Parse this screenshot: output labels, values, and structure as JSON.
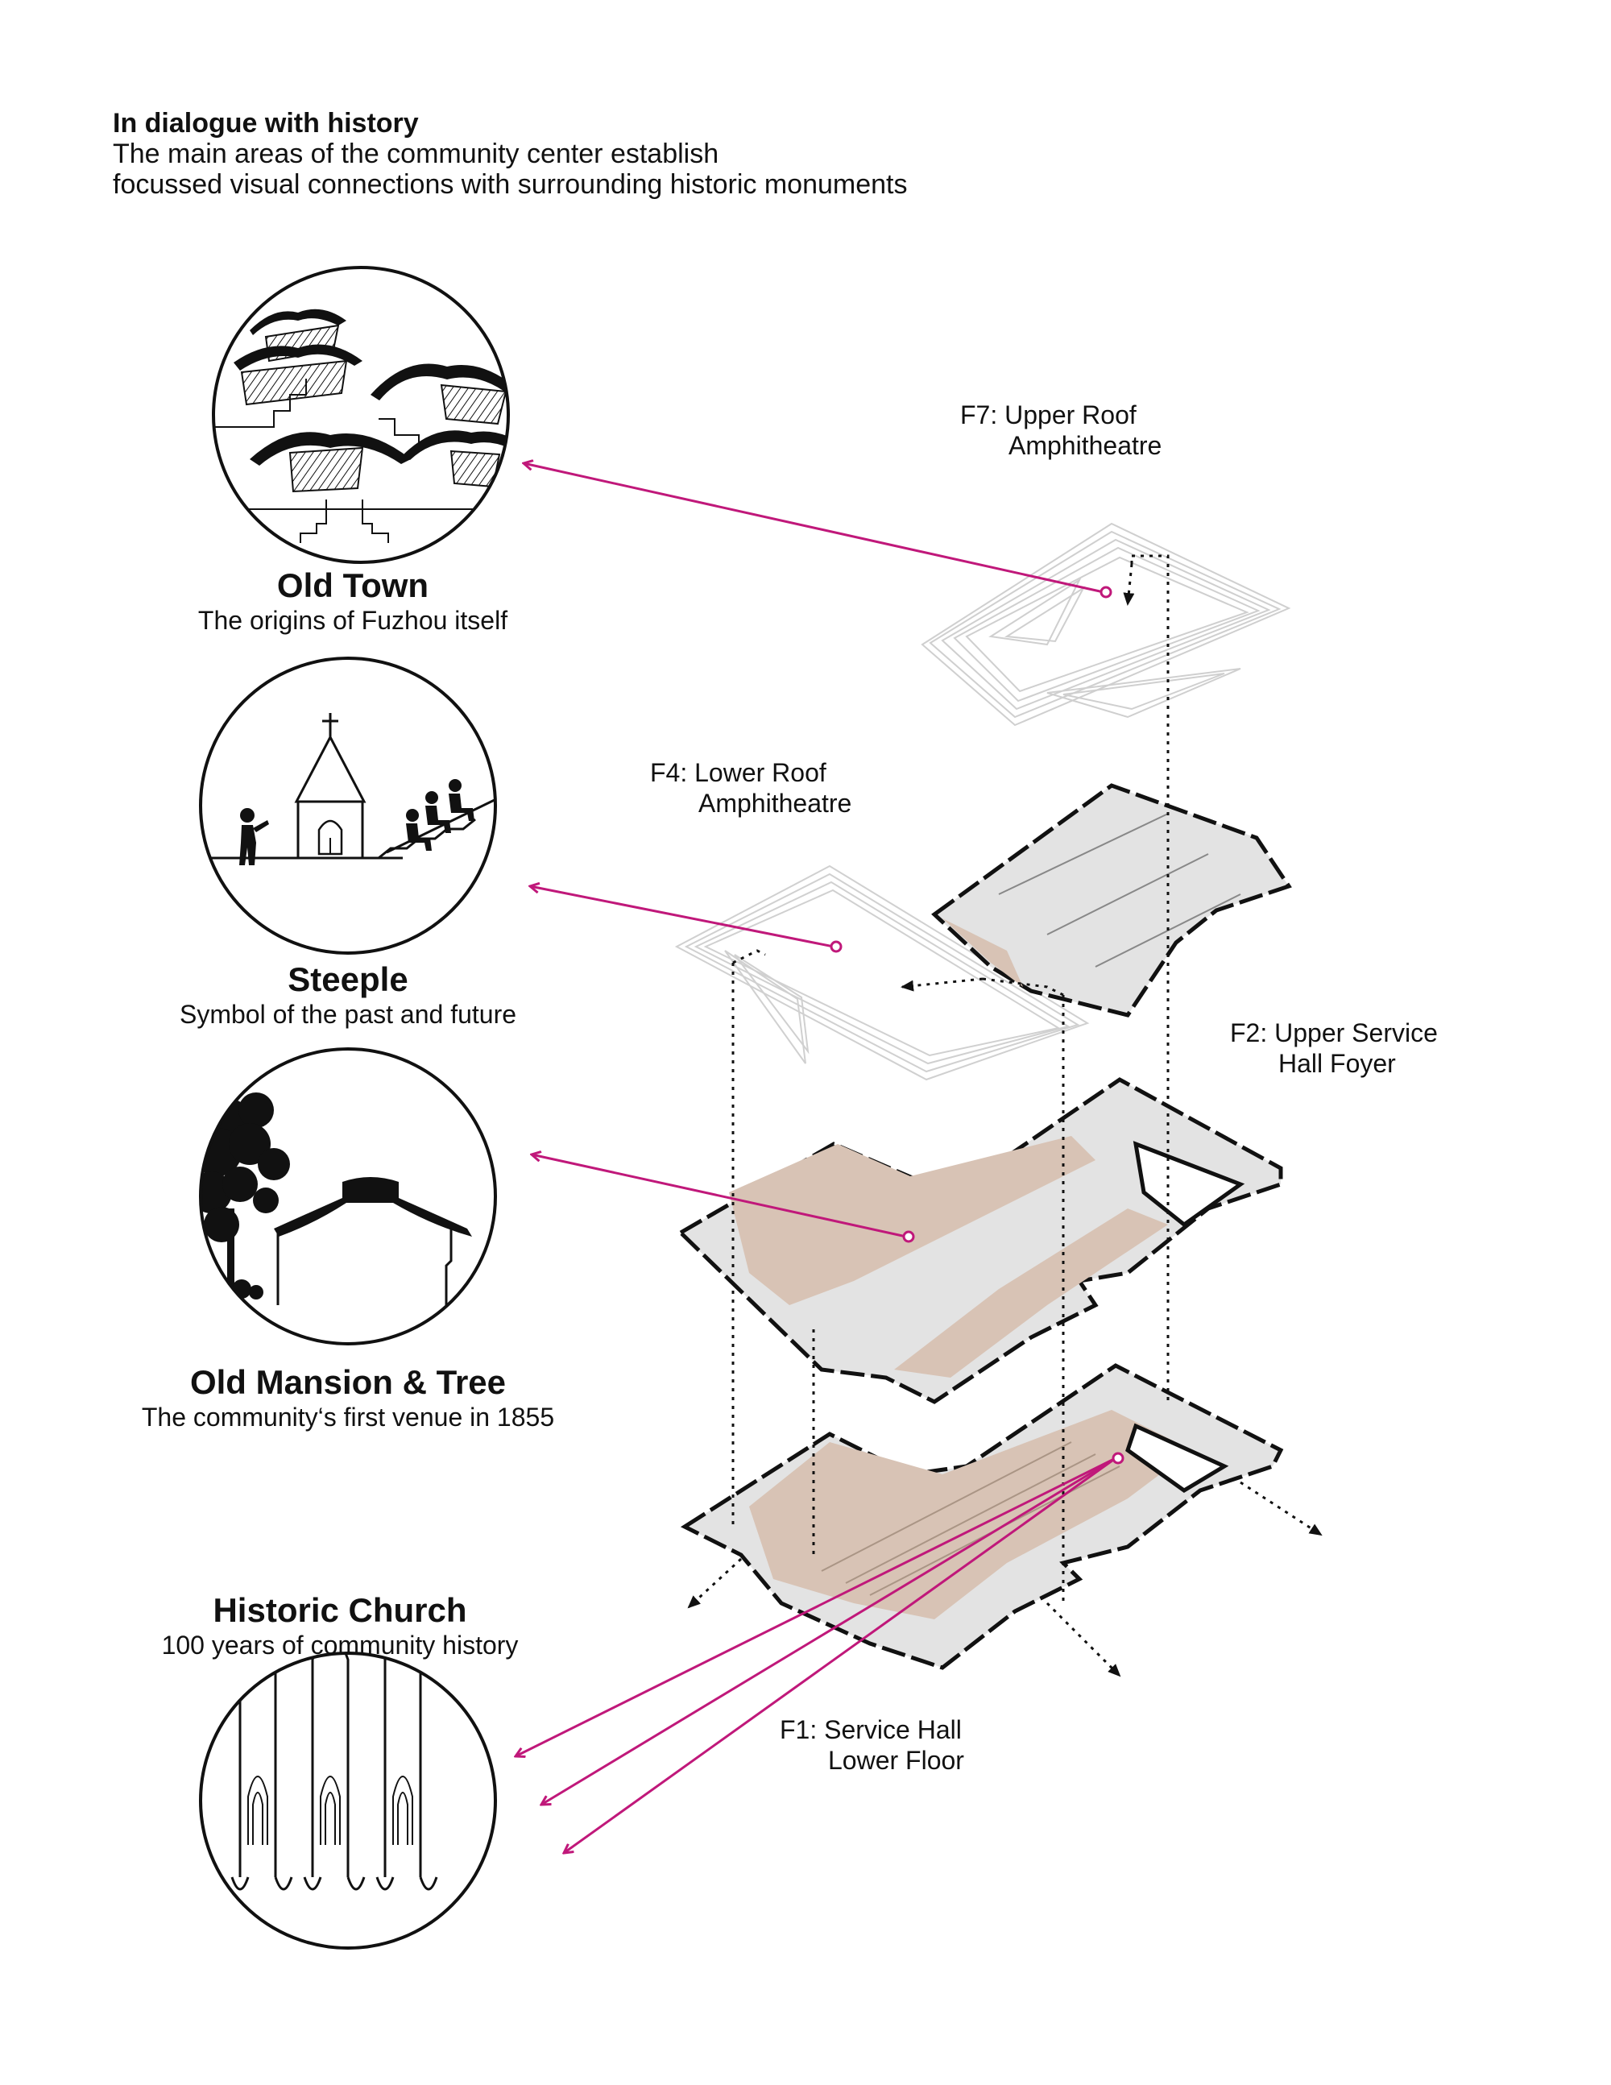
{
  "header": {
    "title": "In dialogue with history",
    "line1": "The main areas of the community center establish",
    "line2": "focussed visual connections with surrounding historic monuments"
  },
  "monuments": [
    {
      "name": "Old Town",
      "subtitle": "The origins of Fuzhou itself",
      "icon": "old-town-roofs-icon"
    },
    {
      "name": "Steeple",
      "subtitle": "Symbol of the past and future",
      "icon": "steeple-icon"
    },
    {
      "name": "Old Mansion & Tree",
      "subtitle": "The community‘s first venue in 1855",
      "icon": "mansion-tree-icon"
    },
    {
      "name": "Historic Church",
      "subtitle": "100 years of community history",
      "icon": "church-windows-icon"
    }
  ],
  "floors": [
    {
      "code": "F7:",
      "line1": "Upper Roof",
      "line2": "Amphitheatre"
    },
    {
      "code": "F4:",
      "line1": "Lower Roof",
      "line2": "Amphitheatre"
    },
    {
      "code": "F2:",
      "line1": "Upper Service",
      "line2": "Hall Foyer"
    },
    {
      "code": "F1:",
      "line1": "Service Hall",
      "line2": "Lower Floor"
    }
  ],
  "colors": {
    "sightline": "#c0187a",
    "circulation": "#d8c3b5",
    "floor_fill": "#e3e3e3",
    "line": "#111111"
  }
}
